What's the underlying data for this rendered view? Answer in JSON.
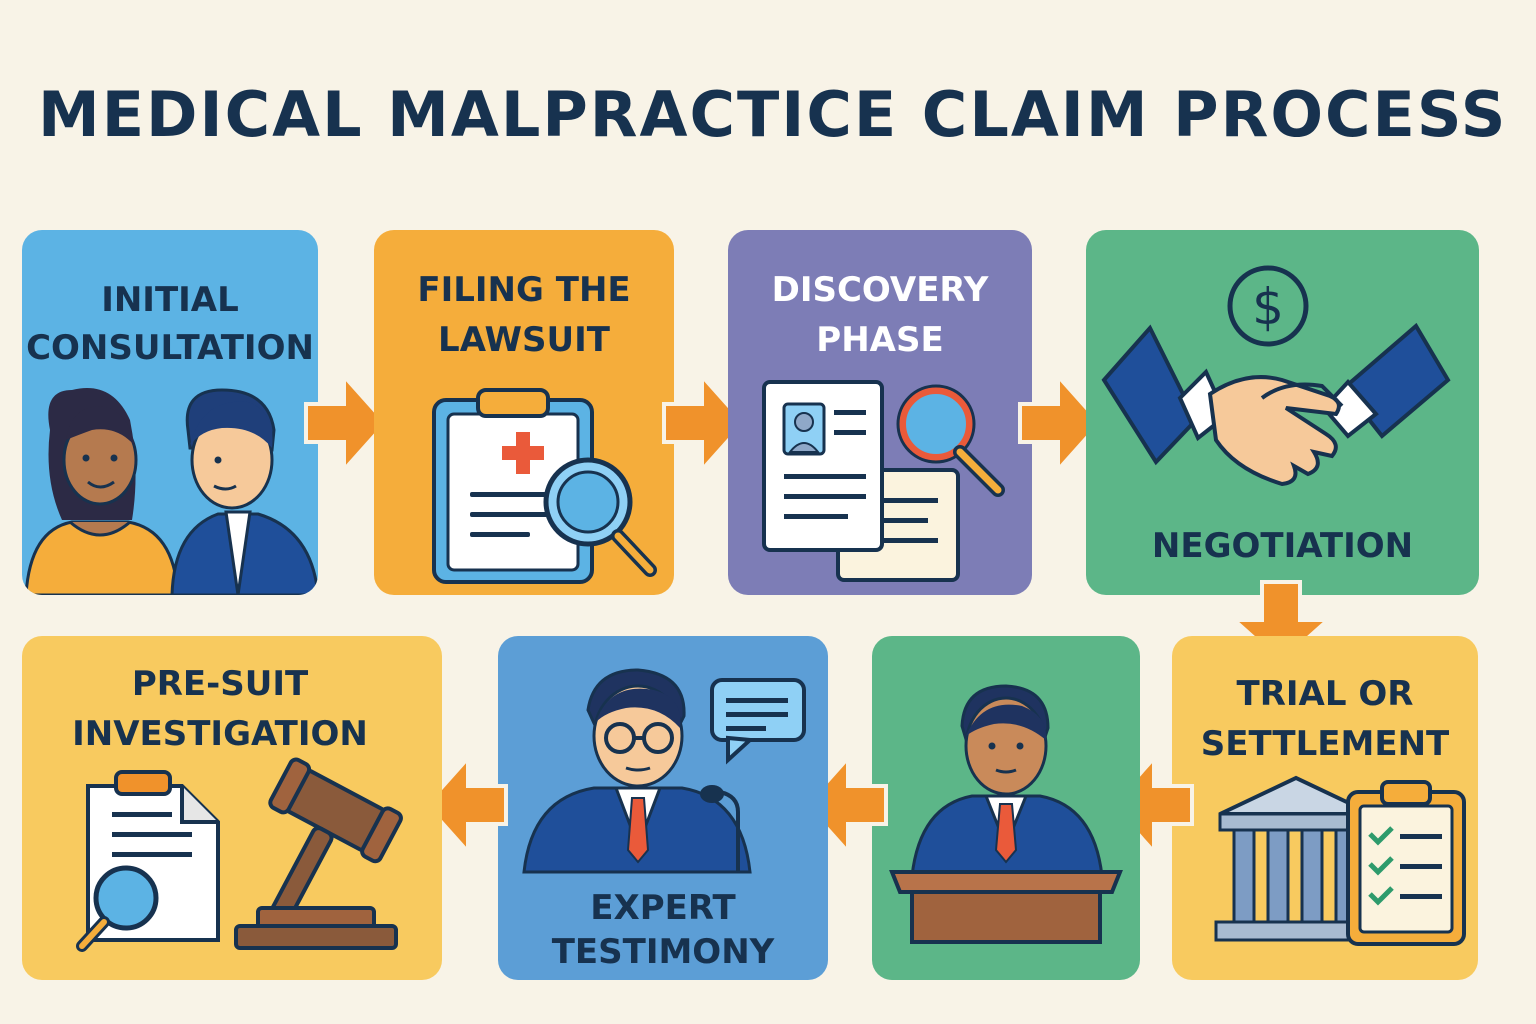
{
  "title": "MEDICAL MALPRACTICE CLAIM PROCESS",
  "colors": {
    "background": "#f8f3e7",
    "text": "#17324f",
    "arrow": "#f0922b",
    "blue": "#5cb3e4",
    "orange": "#f5ad3b",
    "purple": "#7d7db6",
    "green": "#5cb688",
    "yellow": "#f8ca5f",
    "mid_blue": "#5c9ed6"
  },
  "steps": [
    {
      "line1": "INITIAL",
      "line2": "CONSULTATION",
      "icon": "consultation-people-icon"
    },
    {
      "line1": "FILING THE",
      "line2": "LAWSUIT",
      "icon": "clipboard-magnifier-icon"
    },
    {
      "line1": "DISCOVERY",
      "line2": "PHASE",
      "icon": "documents-magnifier-icon"
    },
    {
      "line1": "NEGOTIATION",
      "line2": "",
      "icon": "handshake-dollar-icon"
    },
    {
      "line1": "TRIAL OR",
      "line2": "SETTLEMENT",
      "icon": "courthouse-checklist-icon"
    },
    {
      "line1": "",
      "line2": "",
      "icon": "attorney-podium-icon"
    },
    {
      "line1": "EXPERT",
      "line2": "TESTIMONY",
      "icon": "expert-witness-icon"
    },
    {
      "line1": "PRE-SUIT",
      "line2": "INVESTIGATION",
      "icon": "gavel-document-icon"
    }
  ]
}
